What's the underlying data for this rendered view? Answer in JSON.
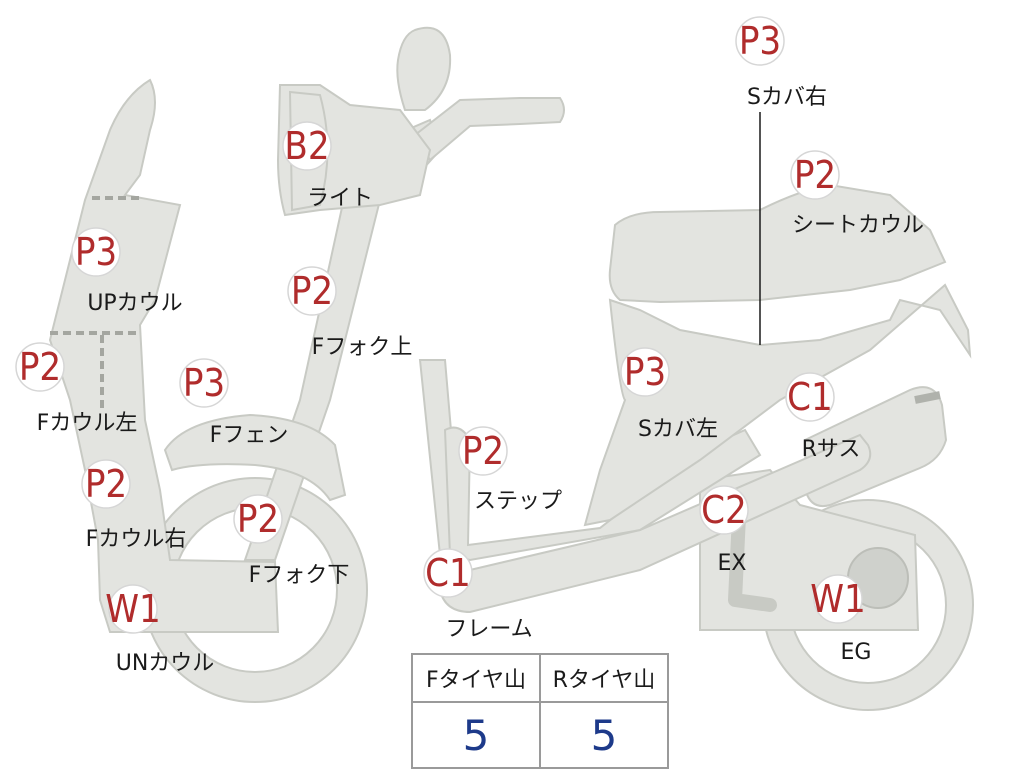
{
  "parts": [
    {
      "id": "P3-sカバ右",
      "code": "P3",
      "label": "Sカバ右"
    },
    {
      "id": "B2-light",
      "code": "B2",
      "label": "ライト"
    },
    {
      "id": "P2-seatcowl",
      "code": "P2",
      "label": "シートカウル"
    },
    {
      "id": "P3-upcowl",
      "code": "P3",
      "label": "UPカウル"
    },
    {
      "id": "P2-ffork-upper",
      "code": "P2",
      "label": "Fフォク上"
    },
    {
      "id": "P2-fcowl-left",
      "code": "P2",
      "label": "Fカウル左"
    },
    {
      "id": "P3-ffender",
      "code": "P3",
      "label": "Fフェン"
    },
    {
      "id": "P3-scover-left",
      "code": "P3",
      "label": "Sカバ左"
    },
    {
      "id": "C1-rsus",
      "code": "C1",
      "label": "Rサス"
    },
    {
      "id": "P2-step",
      "code": "P2",
      "label": "ステップ"
    },
    {
      "id": "P2-fcowl-right",
      "code": "P2",
      "label": "Fカウル右"
    },
    {
      "id": "P2-ffork-lower",
      "code": "P2",
      "label": "Fフォク下"
    },
    {
      "id": "C2-ex",
      "code": "C2",
      "label": "EX"
    },
    {
      "id": "W1-uncowl",
      "code": "W1",
      "label": "UNカウル"
    },
    {
      "id": "C1-frame",
      "code": "C1",
      "label": "フレーム"
    },
    {
      "id": "W1-eg",
      "code": "W1",
      "label": "EG"
    }
  ],
  "tire_table": {
    "headers": [
      "Fタイヤ山",
      "Rタイヤ山"
    ],
    "values": [
      "5",
      "5"
    ]
  },
  "colors": {
    "part_fill": "#e3e4e0",
    "code_red": "#b02c2c",
    "value_blue": "#1d3a8a"
  }
}
